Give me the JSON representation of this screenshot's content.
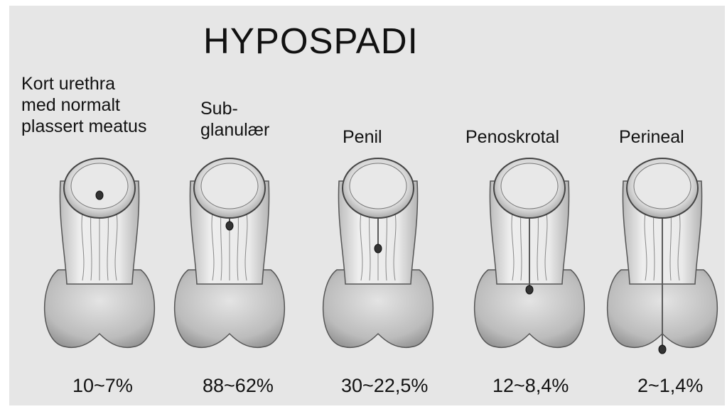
{
  "title": "HYPOSPADI",
  "variants": [
    {
      "label": "Kort urethra\nmed normalt\nplassert meatus",
      "value": "10~7%"
    },
    {
      "label": "Sub-\nglanulær",
      "value": "88~62%"
    },
    {
      "label": "Penil",
      "value": "30~22,5%"
    },
    {
      "label": "Penoskrotal",
      "value": "12~8,4%"
    },
    {
      "label": "Perineal",
      "value": "2~1,4%"
    }
  ]
}
